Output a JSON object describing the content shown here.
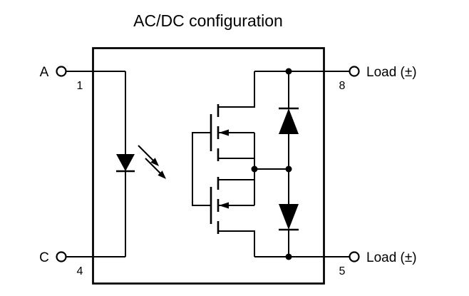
{
  "title": "AC/DC configuration",
  "colors": {
    "line": "#000000",
    "text": "#000000",
    "background": "#ffffff"
  },
  "terminals": {
    "a": {
      "label": "A",
      "pin": "1"
    },
    "c": {
      "label": "C",
      "pin": "4"
    },
    "load_top": {
      "label": "Load (±)",
      "pin": "8"
    },
    "load_bottom": {
      "label": "Load (±)",
      "pin": "5"
    }
  },
  "symbols": {
    "package": "relay-package-outline",
    "led": "led-diode-symbol",
    "light": "light-emission-arrows",
    "mosfet_upper": "n-channel-mosfet-symbol",
    "mosfet_lower": "n-channel-mosfet-symbol",
    "diode_upper": "body-diode-symbol",
    "diode_lower": "body-diode-symbol"
  }
}
